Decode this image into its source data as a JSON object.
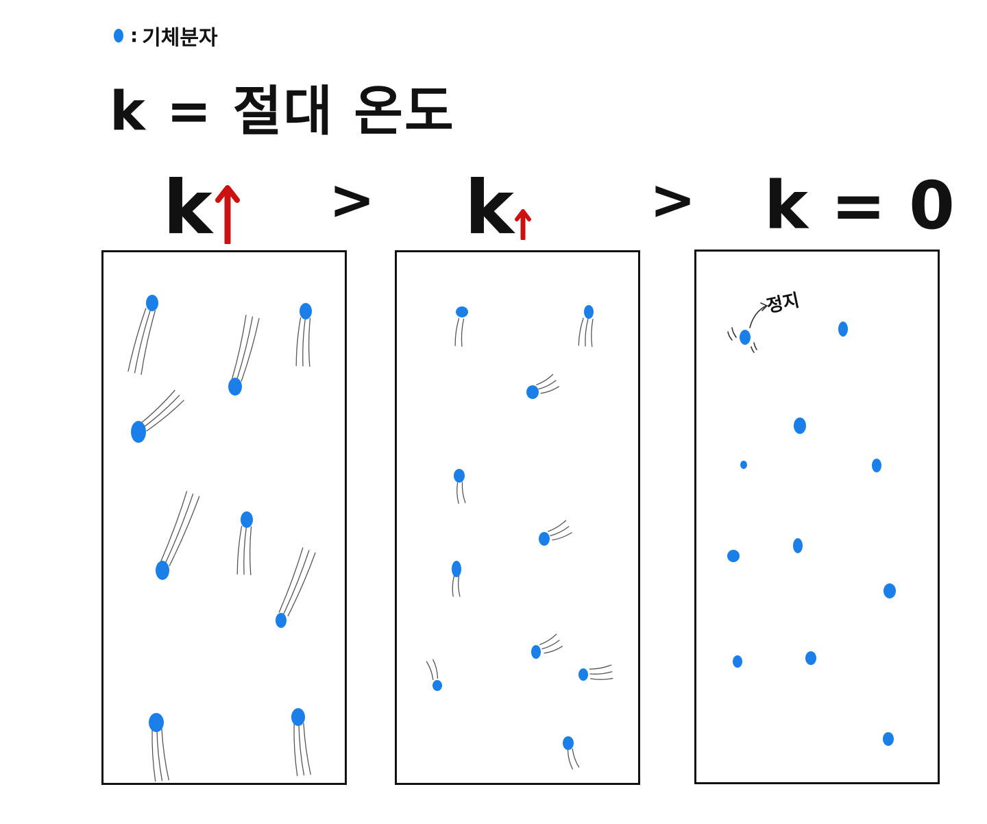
{
  "legend": {
    "dot_color": "#1a7fe8",
    "colon": ":",
    "text": "기체분자"
  },
  "definition": {
    "text": "k = 절대 온도"
  },
  "panels": [
    {
      "label": "k",
      "arrow": "up",
      "arrow_size": "large"
    },
    {
      "label": "k",
      "arrow": "up",
      "arrow_size": "small"
    },
    {
      "label": "k = 0",
      "arrow": "none",
      "annotation": "정지"
    }
  ],
  "comparison_symbol": ">",
  "colors": {
    "molecule": "#1a7fe8",
    "arrow": "#cc1111",
    "ink": "#111111"
  }
}
